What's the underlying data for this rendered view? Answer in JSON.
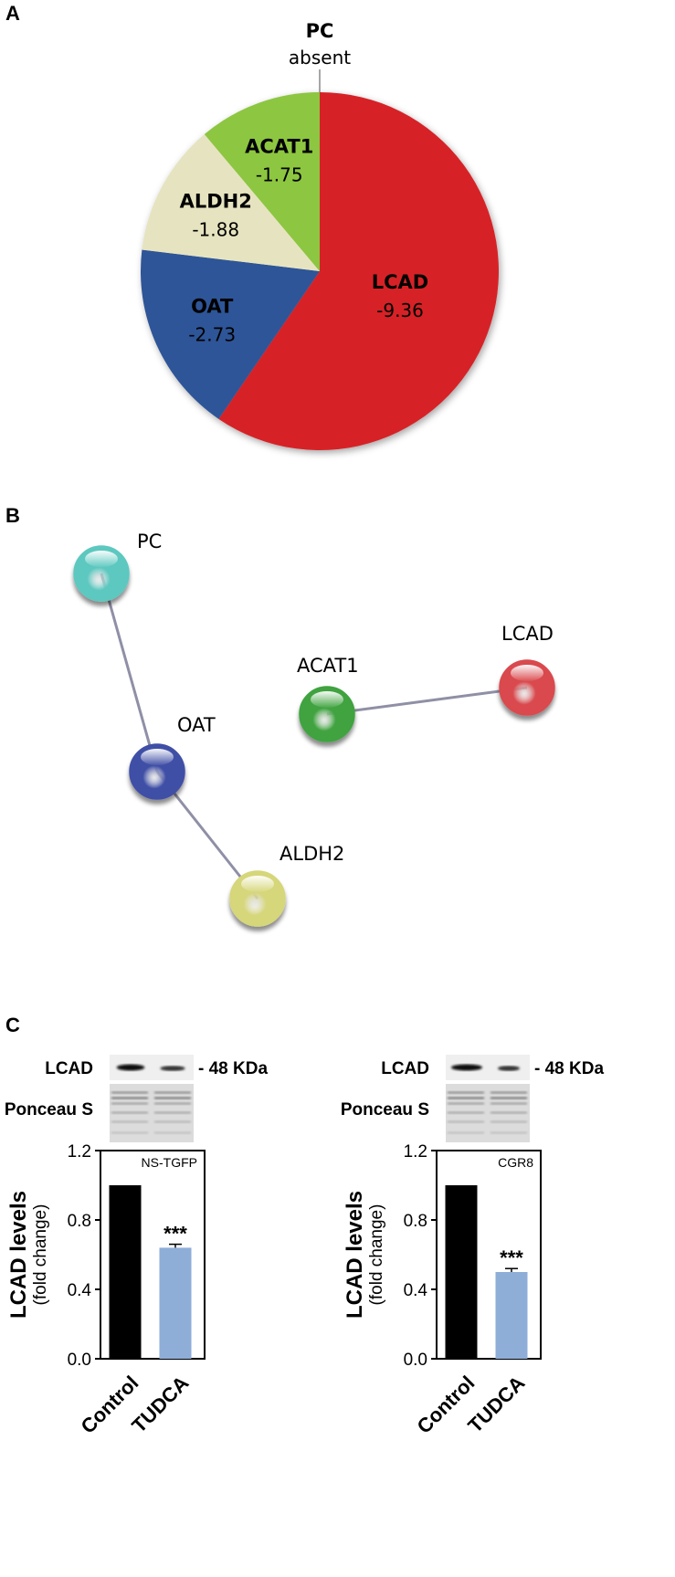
{
  "panels": {
    "a": "A",
    "b": "B",
    "c": "C"
  },
  "chart_data": [
    {
      "type": "pie",
      "slices": [
        {
          "label": "LCAD",
          "value": -9.36,
          "color": "#d62028"
        },
        {
          "label": "OAT",
          "value": -2.73,
          "color": "#2e5597"
        },
        {
          "label": "ALDH2",
          "value": -1.88,
          "color": "#e6e4c0"
        },
        {
          "label": "ACAT1",
          "value": -1.75,
          "color": "#8dc63f"
        }
      ],
      "callout": {
        "label": "PC",
        "note": "absent"
      }
    },
    {
      "type": "bar",
      "inset_label": "NS-TGFP",
      "categories": [
        "Control",
        "TUDCA"
      ],
      "values": [
        1.0,
        0.64
      ],
      "errors": [
        0,
        0.02
      ],
      "colors": [
        "#000000",
        "#8eaed8"
      ],
      "significance": [
        "",
        "***"
      ],
      "ylabel": "LCAD levels",
      "ylabel_sub": "(fold change)",
      "ylim": [
        0,
        1.2
      ],
      "yticks": [
        "0.0",
        "0.4",
        "0.8",
        "1.2"
      ],
      "blot": {
        "protein": "LCAD",
        "size": "- 48 KDa",
        "loading": "Ponceau S"
      }
    },
    {
      "type": "bar",
      "inset_label": "CGR8",
      "categories": [
        "Control",
        "TUDCA"
      ],
      "values": [
        1.0,
        0.5
      ],
      "errors": [
        0,
        0.02
      ],
      "colors": [
        "#000000",
        "#8eaed8"
      ],
      "significance": [
        "",
        "***"
      ],
      "ylabel": "LCAD levels",
      "ylabel_sub": "(fold change)",
      "ylim": [
        0,
        1.2
      ],
      "yticks": [
        "0.0",
        "0.4",
        "0.8",
        "1.2"
      ],
      "blot": {
        "protein": "LCAD",
        "size": "- 48 KDa",
        "loading": "Ponceau S"
      }
    }
  ],
  "network": {
    "nodes": [
      {
        "label": "PC",
        "color": "#5cc8c0"
      },
      {
        "label": "OAT",
        "color": "#3f4fa6"
      },
      {
        "label": "ALDH2",
        "color": "#d6d67a"
      },
      {
        "label": "ACAT1",
        "color": "#3fa33f"
      },
      {
        "label": "LCAD",
        "color": "#d94a4e"
      }
    ],
    "edges": [
      [
        "PC",
        "OAT"
      ],
      [
        "OAT",
        "ALDH2"
      ],
      [
        "ACAT1",
        "LCAD"
      ]
    ]
  }
}
